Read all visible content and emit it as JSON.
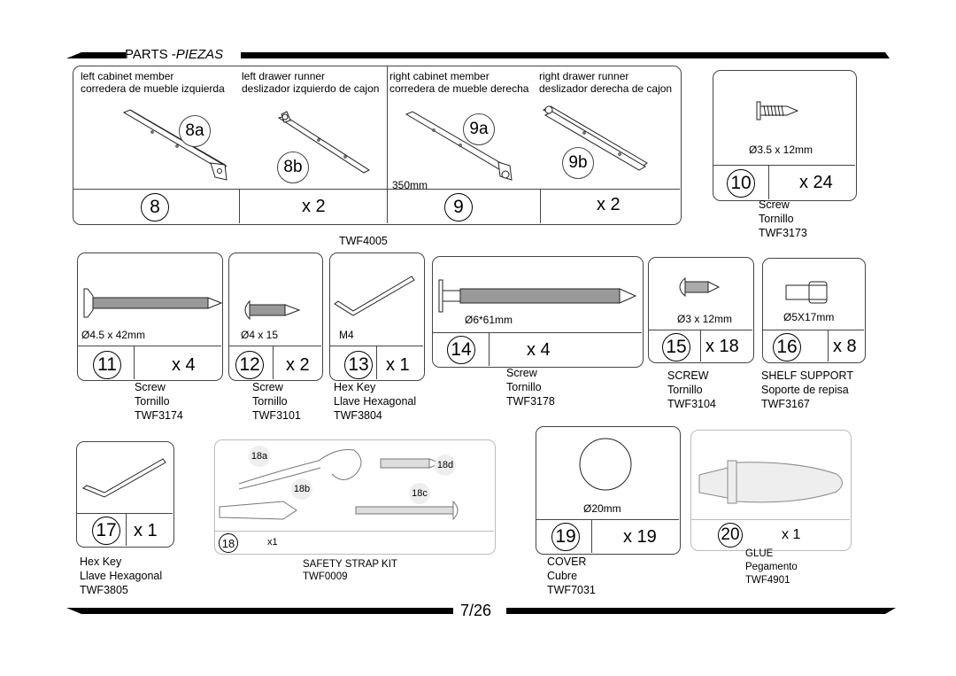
{
  "header": {
    "title_regular": "PARTS -",
    "title_italic": "PIEZAS"
  },
  "page_number": "7/26",
  "part_8": {
    "left_label": {
      "en": "left cabinet member",
      "es": "corredera de mueble izquierda"
    },
    "right_label": {
      "en": "left drawer runner",
      "es": "deslizador izquierdo de cajon"
    },
    "sub_a": "8a",
    "sub_b": "8b",
    "number": "8",
    "qty": "x 2"
  },
  "part_9": {
    "left_label": {
      "en": "right cabinet member",
      "es": "corredera de mueble derecha"
    },
    "right_label": {
      "en": "right drawer runner",
      "es": "deslizador derecha de cajon"
    },
    "sub_a": "9a",
    "sub_b": "9b",
    "length": "350mm",
    "number": "9",
    "qty": "x 2"
  },
  "part_10": {
    "size": "Ø3.5 x 12mm",
    "number": "10",
    "qty": "x 24",
    "name_en": "Screw",
    "name_es": "Tornillo",
    "code": "TWF3173"
  },
  "code_above_13": "TWF4005",
  "part_11": {
    "size": "Ø4.5 x 42mm",
    "number": "11",
    "qty": "x 4",
    "name_en": "Screw",
    "name_es": "Tornillo",
    "code": "TWF3174"
  },
  "part_12": {
    "size": "Ø4 x 15",
    "number": "12",
    "qty": "x 2",
    "name_en": "Screw",
    "name_es": "Tornillo",
    "code": "TWF3101"
  },
  "part_13": {
    "size": "M4",
    "number": "13",
    "qty": "x 1",
    "name_en": "Hex Key",
    "name_es": "Llave Hexagonal",
    "code": "TWF3804"
  },
  "part_14": {
    "size": "Ø6*61mm",
    "number": "14",
    "qty": "x 4",
    "name_en": "Screw",
    "name_es": "Tornillo",
    "code": "TWF3178"
  },
  "part_15": {
    "size": "Ø3 x 12mm",
    "number": "15",
    "qty": "x 18",
    "name_en": "SCREW",
    "name_es": "Tornillo",
    "code": "TWF3104"
  },
  "part_16": {
    "size": "Ø5X17mm",
    "number": "16",
    "qty": "x 8",
    "name_en": "SHELF SUPPORT",
    "name_es": "Soporte de repisa",
    "code": "TWF3167"
  },
  "part_17": {
    "number": "17",
    "qty": "x 1",
    "name_en": "Hex Key",
    "name_es": "Llave Hexagonal",
    "code": "TWF3805"
  },
  "part_18": {
    "number": "18",
    "qty": "x1",
    "sub_a": "18a",
    "sub_b": "18b",
    "sub_c": "18c",
    "sub_d": "18d",
    "name_en": "SAFETY STRAP KIT",
    "code": "TWF0009"
  },
  "part_19": {
    "size": "Ø20mm",
    "number": "19",
    "qty": "x 19",
    "name_en": "COVER",
    "name_es": "Cubre",
    "code": "TWF7031"
  },
  "part_20": {
    "number": "20",
    "qty": "x 1",
    "name_en": "GLUE",
    "name_es": "Pegamento",
    "code": "TWF4901"
  }
}
